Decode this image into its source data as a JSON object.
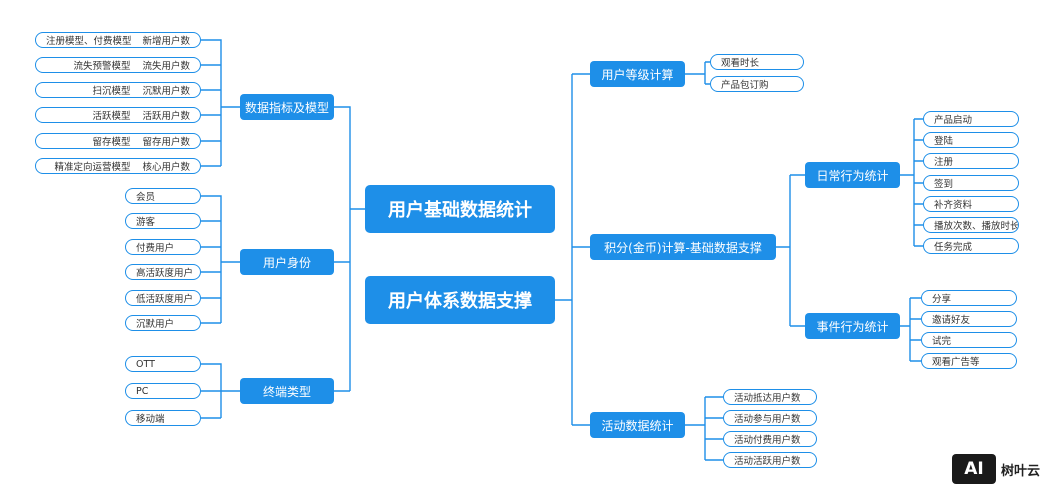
{
  "center": {
    "top": "用户基础数据统计",
    "bottom": "用户体系数据支撑"
  },
  "left_groups": [
    {
      "title": "数据指标及模型",
      "items": [
        [
          "注册模型、付费模型",
          "新增用户数"
        ],
        [
          "流失预警模型",
          "流失用户数"
        ],
        [
          "扫沉模型",
          "沉默用户数"
        ],
        [
          "活跃模型",
          "活跃用户数"
        ],
        [
          "留存模型",
          "留存用户数"
        ],
        [
          "精准定向运营模型",
          "核心用户数"
        ]
      ]
    },
    {
      "title": "用户身份",
      "items": [
        "会员",
        "游客",
        "付费用户",
        "高活跃度用户",
        "低活跃度用户",
        "沉默用户"
      ]
    },
    {
      "title": "终端类型",
      "items": [
        "OTT",
        "PC",
        "移动端"
      ]
    }
  ],
  "right_groups": [
    {
      "title": "用户等级计算",
      "items": [
        "观看时长",
        "产品包订购"
      ]
    },
    {
      "title": "积分(金币)计算-基础数据支撑",
      "subgroups": [
        {
          "title": "日常行为统计",
          "items": [
            "产品启动",
            "登陆",
            "注册",
            "签到",
            "补齐资料",
            "播放次数、播放时长",
            "任务完成"
          ]
        },
        {
          "title": "事件行为统计",
          "items": [
            "分享",
            "邀请好友",
            "试完",
            "观看广告等"
          ]
        }
      ]
    },
    {
      "title": "活动数据统计",
      "items": [
        "活动抵达用户数",
        "活动参与用户数",
        "活动付费用户数",
        "活动活跃用户数"
      ]
    }
  ],
  "logo": {
    "mark": "AI",
    "text": "树叶云"
  },
  "colors": {
    "accent": "#1e8fe8",
    "line": "#1e8fe8"
  }
}
